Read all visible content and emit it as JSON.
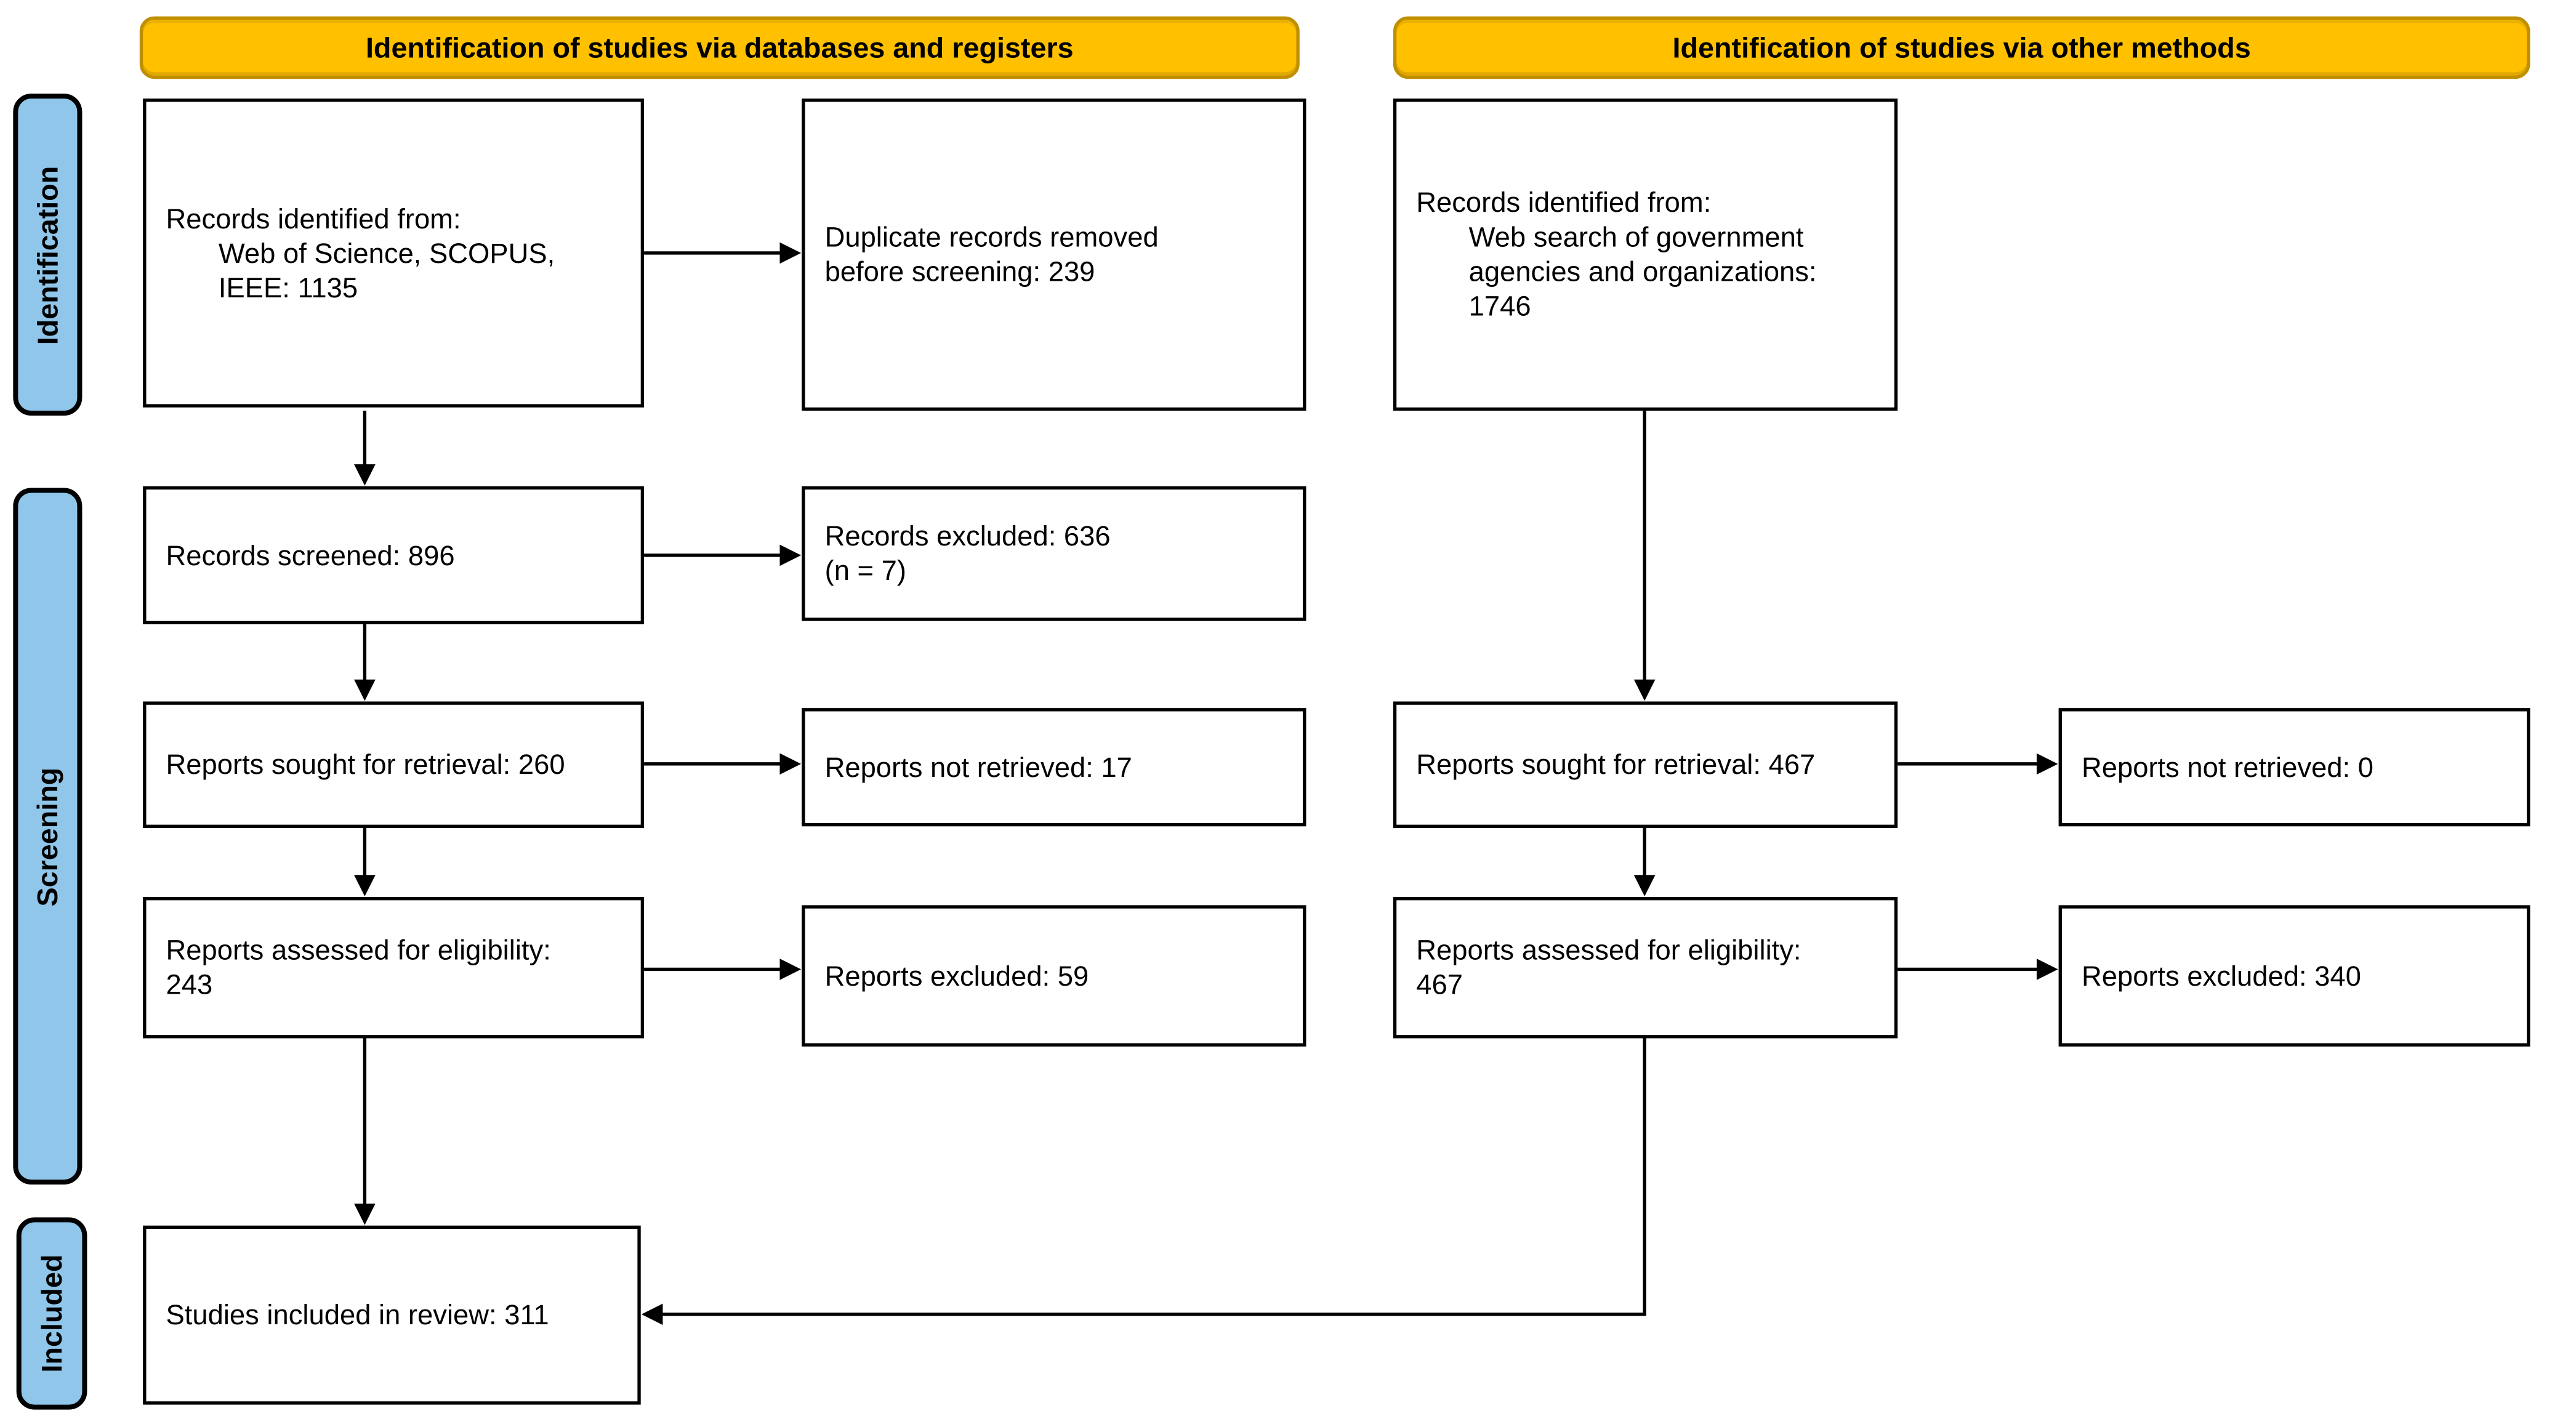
{
  "banners": {
    "left": "Identification of studies via databases and registers",
    "right": "Identification of studies via other methods"
  },
  "stages": {
    "identification": "Identification",
    "screening": "Screening",
    "included": "Included"
  },
  "boxes": {
    "db_identified": {
      "lines": [
        "Records identified from:",
        "Web of Science, SCOPUS,",
        "IEEE: 1135"
      ]
    },
    "duplicates_removed": {
      "lines": [
        "Duplicate records removed",
        "before screening: 239"
      ]
    },
    "records_screened": {
      "lines": [
        "Records screened: 896"
      ]
    },
    "records_excluded": {
      "lines": [
        "Records excluded: 636",
        "(n = 7)"
      ]
    },
    "reports_sought_db": {
      "lines": [
        "Reports sought for retrieval: 260"
      ]
    },
    "reports_not_retrieved_db": {
      "lines": [
        "Reports not retrieved: 17"
      ]
    },
    "reports_assessed_db": {
      "lines": [
        "Reports assessed for eligibility:",
        "243"
      ]
    },
    "reports_excluded_db": {
      "lines": [
        "Reports excluded: 59"
      ]
    },
    "other_identified": {
      "lines": [
        "Records identified from:",
        "Web search of government",
        "agencies and organizations:",
        "1746"
      ]
    },
    "reports_sought_other": {
      "lines": [
        "Reports sought for retrieval: 467"
      ]
    },
    "reports_not_retrieved_other": {
      "lines": [
        "Reports not retrieved: 0"
      ]
    },
    "reports_assessed_other": {
      "lines": [
        "Reports assessed for eligibility:",
        "467"
      ]
    },
    "reports_excluded_other": {
      "lines": [
        "Reports excluded: 340"
      ]
    },
    "studies_included": {
      "lines": [
        "Studies included in review: 311"
      ]
    }
  },
  "colors": {
    "banner_fill": "#FFC000",
    "banner_border": "#BF8F00",
    "stage_fill": "#8FC6E9",
    "stage_border": "#000000",
    "box_border": "#000000",
    "arrow": "#000000",
    "text": "#000000"
  }
}
